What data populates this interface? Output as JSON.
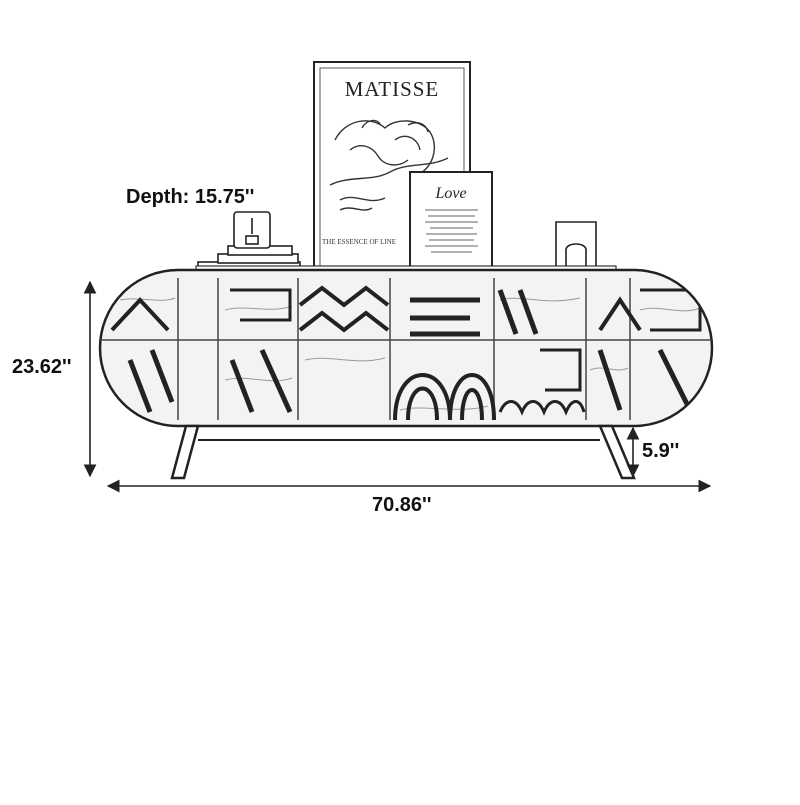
{
  "dimensions": {
    "depth": "Depth: 15.75''",
    "height": "23.62''",
    "leg_height": "5.9''",
    "width": "70.86''"
  },
  "decor": {
    "poster_title": "MATISSE",
    "poster_caption": "THE ESSENCE OF LINE",
    "card_title": "Love"
  },
  "colors": {
    "line": "#222222",
    "background": "#ffffff"
  }
}
